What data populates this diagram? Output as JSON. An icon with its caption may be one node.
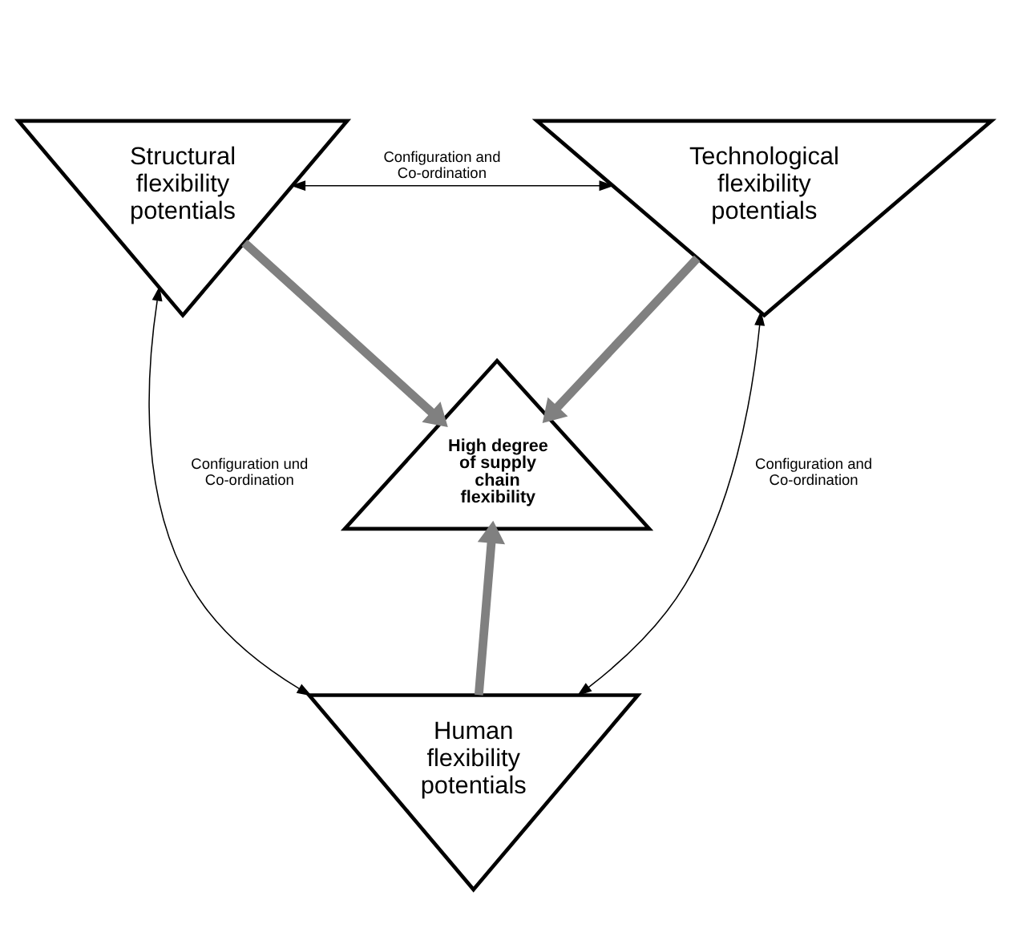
{
  "diagram": {
    "nodes": [
      {
        "text": [
          "Structural flexibility potentials"
        ]
      },
      {
        "text": [
          "Technological flexibility potentials"
        ]
      },
      {
        "text": [
          "High degree of supply chain flexibility"
        ]
      },
      {
        "text": [
          "Human flexibility potentials"
        ]
      }
    ],
    "edges": [
      {
        "from": 0,
        "to": 1,
        "arrow": "both",
        "label": "Configuration and Co-ordination"
      },
      {
        "from": 0,
        "to": 2,
        "arrow": "to",
        "style": "thick",
        "color": "#808080"
      },
      {
        "from": 1,
        "to": 2,
        "arrow": "to",
        "style": "thick",
        "color": "#808080"
      },
      {
        "from": 0,
        "to": 3,
        "arrow": "both",
        "label": "Configuration und Co-ordination"
      },
      {
        "from": 1,
        "to": 3,
        "arrow": "both",
        "label": "Configuration and Co-ordination"
      },
      {
        "from": 3,
        "to": 2,
        "arrow": "to",
        "style": "thick",
        "color": "#808080"
      }
    ]
  }
}
